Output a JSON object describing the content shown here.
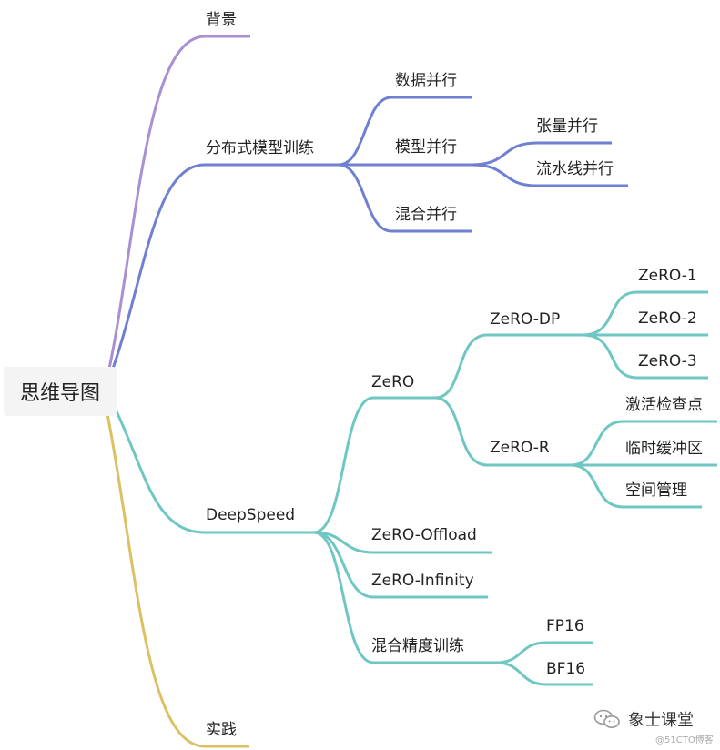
{
  "root": {
    "label": "思维导图"
  },
  "branches": {
    "bg": "背景",
    "dist": {
      "label": "分布式模型训练",
      "data_par": "数据并行",
      "model_par": "模型并行",
      "tensor_par": "张量并行",
      "pipe_par": "流水线并行",
      "mixed_par": "混合并行"
    },
    "ds": {
      "label": "DeepSpeed",
      "zero": "ZeRO",
      "zero_dp": "ZeRO-DP",
      "zero1": "ZeRO-1",
      "zero2": "ZeRO-2",
      "zero3": "ZeRO-3",
      "zero_r": "ZeRO-R",
      "act_ckpt": "激活检查点",
      "temp_buf": "临时缓冲区",
      "mem_mgmt": "空间管理",
      "offload": "ZeRO-Offload",
      "infinity": "ZeRO-Infinity",
      "mixed_prec": "混合精度训练",
      "fp16": "FP16",
      "bf16": "BF16"
    },
    "practice": "实践"
  },
  "colors": {
    "purple": "#a98fd4",
    "blue": "#6f7fd2",
    "teal": "#6ec7c2",
    "gold": "#dcc063"
  },
  "watermark": {
    "name": "象士课堂",
    "sub": "@51CTO博客",
    "icon": "wechat-icon"
  }
}
